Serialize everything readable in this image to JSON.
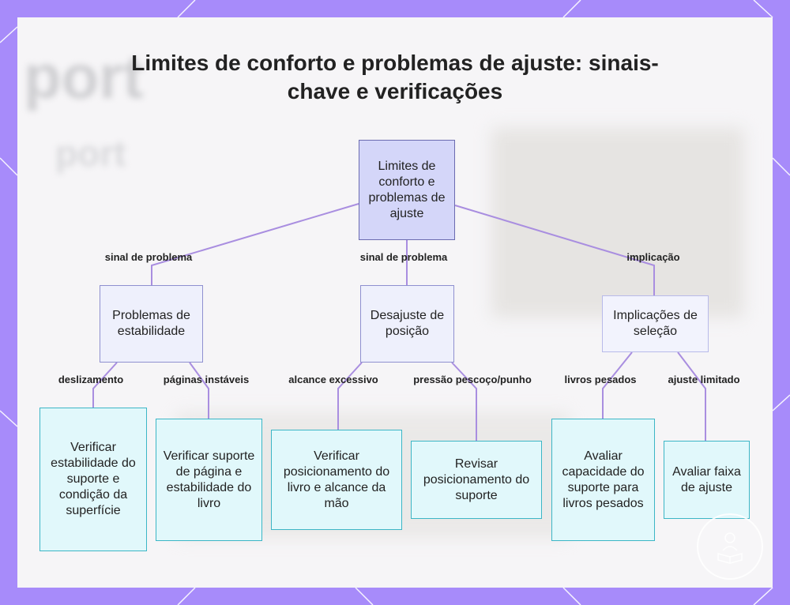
{
  "title": "Limites de conforto e problemas de ajuste: sinais-chave e verificações",
  "background_text": [
    "port",
    "port"
  ],
  "colors": {
    "frame": "#a78bfa",
    "connector": "#a98ee0",
    "root_fill": "#d4d6f9",
    "mid_fill": "#eef0fc",
    "leaf_fill": "#e1f8fb",
    "leaf_border": "#3cb6c6"
  },
  "nodes": {
    "root": "Limites de conforto e problemas de ajuste",
    "stability": "Problemas de estabilidade",
    "position": "Desajuste de posição",
    "selection": "Implicações de seleção",
    "leaf_surface": "Verificar estabilidade do suporte e condição da superfície",
    "leaf_pages": "Verificar suporte de página e estabilidade do livro",
    "leaf_reach": "Verificar posicionamento do livro e alcance da mão",
    "leaf_review": "Revisar posicionamento do suporte",
    "leaf_capacity": "Avaliar capacidade do suporte para livros pesados",
    "leaf_range": "Avaliar faixa de ajuste"
  },
  "edges": {
    "root_stability": "sinal de problema",
    "root_position": "sinal de problema",
    "root_selection": "implicação",
    "stability_surface": "deslizamento",
    "stability_pages": "páginas instáveis",
    "position_reach": "alcance excessivo",
    "position_review": "pressão pescoço/punho",
    "selection_capacity": "livros pesados",
    "selection_range": "ajuste limitado"
  },
  "icons": [
    "reading-seal-icon"
  ]
}
